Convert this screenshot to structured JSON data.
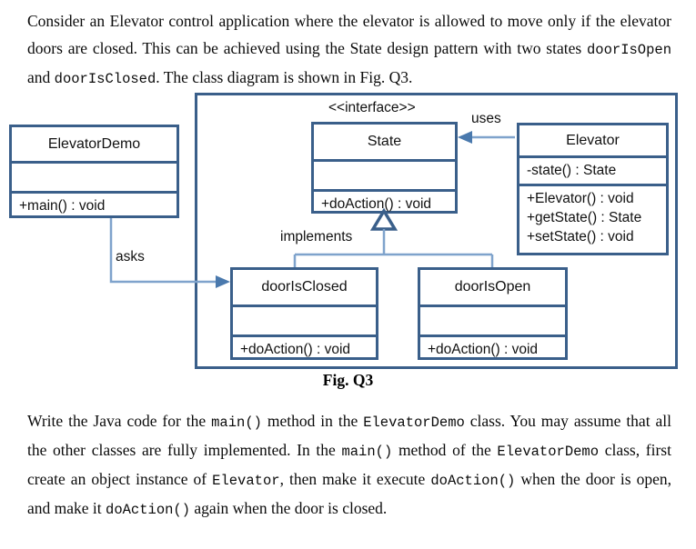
{
  "document": {
    "intro_paragraph": {
      "seg1": "Consider an Elevator control application where the elevator is allowed to move only if the elevator doors are closed. This can be achieved using the State design pattern with two states ",
      "code1": "doorIsOpen",
      "seg2": " and ",
      "code2": "doorIsClosed",
      "seg3": ". The class diagram is shown in Fig. Q3."
    },
    "task_paragraph": {
      "seg1": "Write the Java code for the ",
      "code1": "main()",
      "seg2": " method in the ",
      "code2": "ElevatorDemo",
      "seg3": " class. You may assume that all the other classes are fully implemented. In the ",
      "code3": "main()",
      "seg4": " method of the ",
      "code4": "ElevatorDemo",
      "seg5": " class, first create an object instance of ",
      "code5": "Elevator",
      "seg6": ", then make it execute ",
      "code6": "doAction()",
      "seg7": " when the door is open, and make it ",
      "code7": "doAction()",
      "seg8": " again when the door is closed."
    },
    "figure_caption": "Fig. Q3"
  },
  "diagram": {
    "colors": {
      "box_border": "#3a5f8a",
      "frame_border": "#3a5f8a",
      "connector_dark": "#3a5f8a",
      "connector_light": "#7fa3cc",
      "background": "#ffffff",
      "text": "#111111"
    },
    "classes": {
      "elevator_demo": {
        "name": "ElevatorDemo",
        "attributes": [],
        "methods": [
          "+main() : void"
        ]
      },
      "state": {
        "stereotype": "<<interface>>",
        "name": "State",
        "attributes": [],
        "methods": [
          "+doAction() : void"
        ]
      },
      "elevator": {
        "name": "Elevator",
        "attributes": [
          "-state() : State"
        ],
        "methods": [
          "+Elevator() : void",
          "+getState() : State",
          "+setState() : void"
        ]
      },
      "door_is_closed": {
        "name": "doorIsClosed",
        "attributes": [],
        "methods": [
          "+doAction() : void"
        ]
      },
      "door_is_open": {
        "name": "doorIsOpen",
        "attributes": [],
        "methods": [
          "+doAction() : void"
        ]
      }
    },
    "connectors": {
      "uses_label": "uses",
      "asks_label": "asks",
      "implements_label": "implements"
    }
  }
}
